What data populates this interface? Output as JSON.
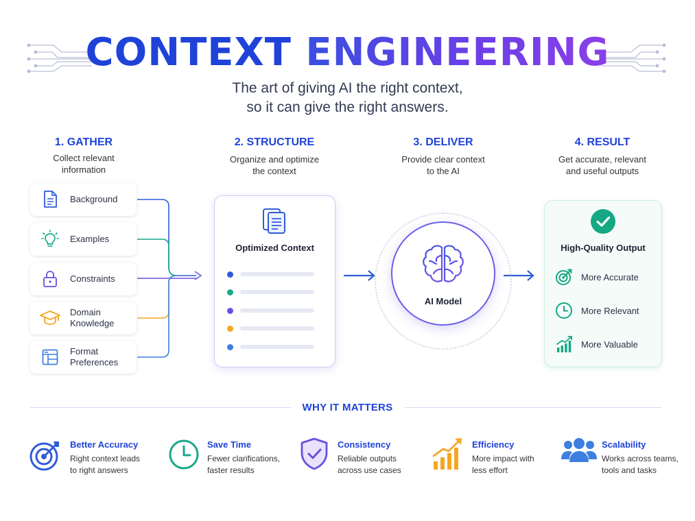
{
  "header": {
    "title_part1": "CONTEXT",
    "title_part2": "ENGINEERING",
    "subtitle_line1": "The art of giving AI the right context,",
    "subtitle_line2": "so it can give the right answers."
  },
  "steps": [
    {
      "title": "1. GATHER",
      "desc_line1": "Collect relevant",
      "desc_line2": "information"
    },
    {
      "title": "2. STRUCTURE",
      "desc_line1": "Organize and optimize",
      "desc_line2": "the context"
    },
    {
      "title": "3. DELIVER",
      "desc_line1": "Provide clear context",
      "desc_line2": "to the AI"
    },
    {
      "title": "4. RESULT",
      "desc_line1": "Get accurate, relevant",
      "desc_line2": "and useful outputs"
    }
  ],
  "gather_items": [
    {
      "line1": "Background",
      "line2": "",
      "icon": "document-icon",
      "color": "#2f5bd9"
    },
    {
      "line1": "Examples",
      "line2": "",
      "icon": "lightbulb-icon",
      "color": "#18a88a"
    },
    {
      "line1": "Constraints",
      "line2": "",
      "icon": "lock-icon",
      "color": "#6a4fe0"
    },
    {
      "line1": "Domain",
      "line2": "Knowledge",
      "icon": "graduation-cap-icon",
      "color": "#f5a623"
    },
    {
      "line1": "Format",
      "line2": "Preferences",
      "icon": "layout-icon",
      "color": "#3d7fe0"
    }
  ],
  "structure": {
    "title": "Optimized Context",
    "icon": "documents-icon",
    "dot_colors": [
      "#2f5bd9",
      "#18a88a",
      "#6a4fe0",
      "#f5a623",
      "#3d7fe0"
    ]
  },
  "deliver": {
    "label": "AI Model",
    "icon": "brain-icon",
    "accent": "#6a5fe6"
  },
  "result": {
    "title": "High-Quality Output",
    "icon": "checkmark-icon",
    "items": [
      {
        "label": "More Accurate",
        "icon": "target-icon"
      },
      {
        "label": "More Relevant",
        "icon": "clock-icon"
      },
      {
        "label": "More Valuable",
        "icon": "growth-chart-icon"
      }
    ],
    "accent": "#16a884"
  },
  "why": {
    "title": "WHY IT MATTERS",
    "benefits": [
      {
        "title": "Better Accuracy",
        "desc_line1": "Right context leads",
        "desc_line2": "to right answers",
        "icon": "target-icon",
        "color": "#2f5bd9"
      },
      {
        "title": "Save Time",
        "desc_line1": "Fewer clarifications,",
        "desc_line2": "faster results",
        "icon": "clock-icon",
        "color": "#18a88a"
      },
      {
        "title": "Consistency",
        "desc_line1": "Reliable outputs",
        "desc_line2": "across use cases",
        "icon": "shield-check-icon",
        "color": "#6a4fe0"
      },
      {
        "title": "Efficiency",
        "desc_line1": "More impact with",
        "desc_line2": "less effort",
        "icon": "growth-chart-icon",
        "color": "#f5a623"
      },
      {
        "title": "Scalability",
        "desc_line1": "Works across teams,",
        "desc_line2": "tools and tasks",
        "icon": "team-icon",
        "color": "#3d7fe0"
      }
    ]
  }
}
